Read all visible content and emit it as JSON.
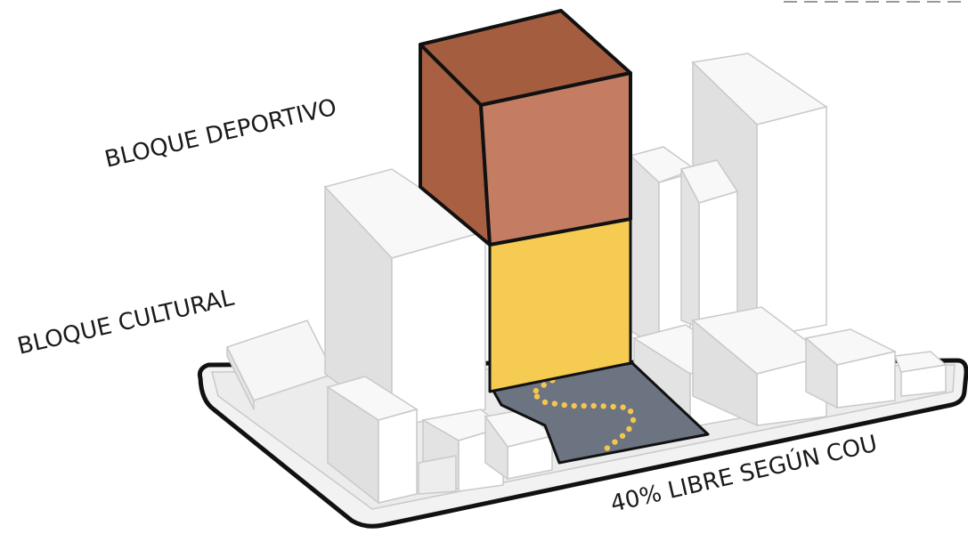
{
  "labels": {
    "sport_block": "BLOQUE DEPORTIVO",
    "cultural_block": "BLOQUE CULTURAL",
    "free_area": "40% LIBRE SEGÚN COU"
  },
  "colors": {
    "sport_block_front": "#c47d62",
    "sport_block_side": "#a55d40",
    "cultural_block": "#f5cb52",
    "free_area": "#6b7480",
    "path_dots": "#f5c64f",
    "building_light": "#f4f4f4",
    "building_shade": "#e2e2e2",
    "outline": "#111111"
  },
  "icons": {
    "walking_path": "dotted-path-icon"
  }
}
